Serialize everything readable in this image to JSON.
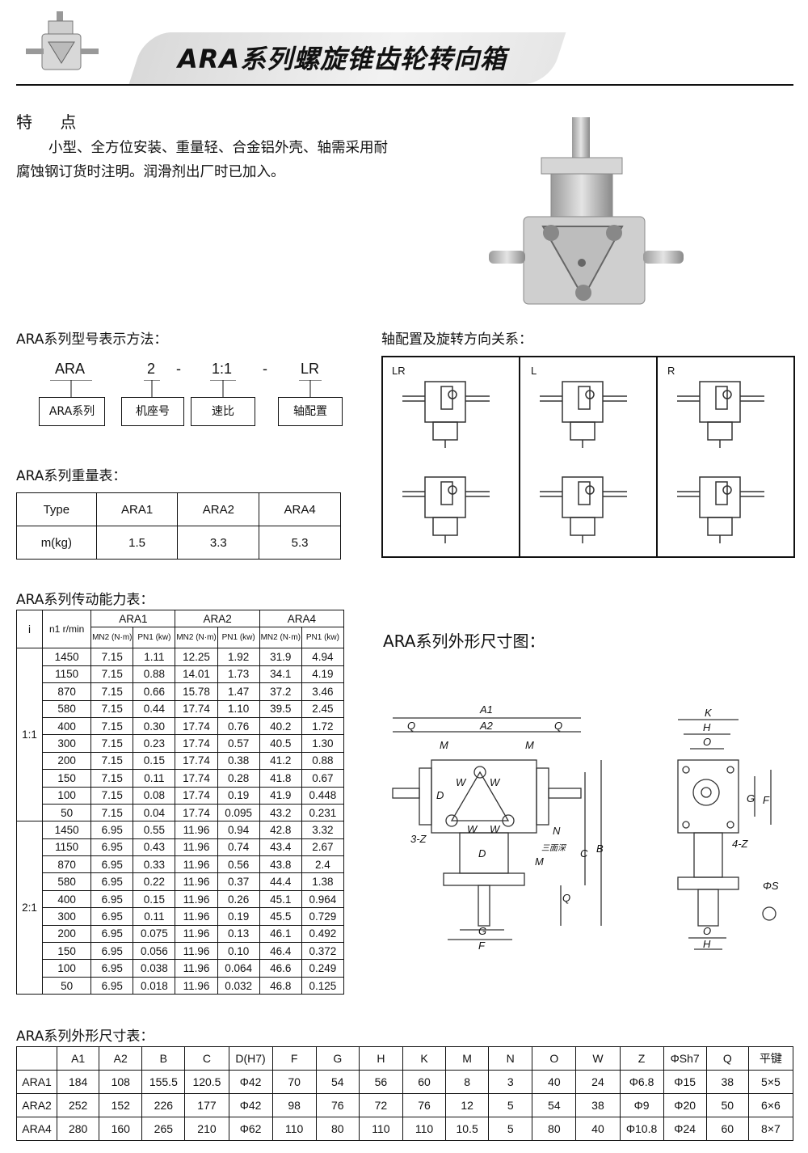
{
  "header": {
    "title": "ARA系列螺旋锥齿轮转向箱"
  },
  "features": {
    "heading": "特 点",
    "text": "小型、全方位安装、重量轻、合金铝外壳、轴需采用耐腐蚀钢订货时注明。润滑剂出厂时已加入。"
  },
  "model": {
    "heading": "ARA系列型号表示方法：",
    "parts": [
      "ARA",
      "2",
      "-",
      "1:1",
      "-",
      "LR"
    ],
    "boxes": [
      "ARA系列",
      "机座号",
      "速比",
      "轴配置"
    ]
  },
  "shaft": {
    "heading": "轴配置及旋转方向关系：",
    "labels": [
      "LR",
      "L",
      "R"
    ]
  },
  "weight": {
    "heading": "ARA系列重量表：",
    "header": [
      "Type",
      "ARA1",
      "ARA2",
      "ARA4"
    ],
    "row": [
      "m(kg)",
      "1.5",
      "3.3",
      "5.3"
    ]
  },
  "power": {
    "heading": "ARA系列传动能力表：",
    "col_i": "i",
    "col_n1": "n1 r/min",
    "groups": [
      "ARA1",
      "ARA2",
      "ARA4"
    ],
    "sub": [
      "MN2 (N·m)",
      "PN1 (kw)"
    ],
    "ratios": [
      "1:1",
      "2:1"
    ],
    "rows": [
      [
        "1450",
        "7.15",
        "1.11",
        "12.25",
        "1.92",
        "31.9",
        "4.94"
      ],
      [
        "1150",
        "7.15",
        "0.88",
        "14.01",
        "1.73",
        "34.1",
        "4.19"
      ],
      [
        "870",
        "7.15",
        "0.66",
        "15.78",
        "1.47",
        "37.2",
        "3.46"
      ],
      [
        "580",
        "7.15",
        "0.44",
        "17.74",
        "1.10",
        "39.5",
        "2.45"
      ],
      [
        "400",
        "7.15",
        "0.30",
        "17.74",
        "0.76",
        "40.2",
        "1.72"
      ],
      [
        "300",
        "7.15",
        "0.23",
        "17.74",
        "0.57",
        "40.5",
        "1.30"
      ],
      [
        "200",
        "7.15",
        "0.15",
        "17.74",
        "0.38",
        "41.2",
        "0.88"
      ],
      [
        "150",
        "7.15",
        "0.11",
        "17.74",
        "0.28",
        "41.8",
        "0.67"
      ],
      [
        "100",
        "7.15",
        "0.08",
        "17.74",
        "0.19",
        "41.9",
        "0.448"
      ],
      [
        "50",
        "7.15",
        "0.04",
        "17.74",
        "0.095",
        "43.2",
        "0.231"
      ],
      [
        "1450",
        "6.95",
        "0.55",
        "11.96",
        "0.94",
        "42.8",
        "3.32"
      ],
      [
        "1150",
        "6.95",
        "0.43",
        "11.96",
        "0.74",
        "43.4",
        "2.67"
      ],
      [
        "870",
        "6.95",
        "0.33",
        "11.96",
        "0.56",
        "43.8",
        "2.4"
      ],
      [
        "580",
        "6.95",
        "0.22",
        "11.96",
        "0.37",
        "44.4",
        "1.38"
      ],
      [
        "400",
        "6.95",
        "0.15",
        "11.96",
        "0.26",
        "45.1",
        "0.964"
      ],
      [
        "300",
        "6.95",
        "0.11",
        "11.96",
        "0.19",
        "45.5",
        "0.729"
      ],
      [
        "200",
        "6.95",
        "0.075",
        "11.96",
        "0.13",
        "46.1",
        "0.492"
      ],
      [
        "150",
        "6.95",
        "0.056",
        "11.96",
        "0.10",
        "46.4",
        "0.372"
      ],
      [
        "100",
        "6.95",
        "0.038",
        "11.96",
        "0.064",
        "46.6",
        "0.249"
      ],
      [
        "50",
        "6.95",
        "0.018",
        "11.96",
        "0.032",
        "46.8",
        "0.125"
      ]
    ]
  },
  "outline": {
    "heading": "ARA系列外形尺寸图：",
    "labels": [
      "A1",
      "A2",
      "Q",
      "Q",
      "M",
      "M",
      "W",
      "W",
      "W",
      "W",
      "D",
      "N",
      "3-Z",
      "三面深",
      "D",
      "M",
      "C",
      "B",
      "Q",
      "G",
      "F",
      "K",
      "H",
      "O",
      "G",
      "F",
      "4-Z",
      "ΦS",
      "O",
      "H"
    ]
  },
  "dims": {
    "heading": "ARA系列外形尺寸表：",
    "header": [
      "",
      "A1",
      "A2",
      "B",
      "C",
      "D(H7)",
      "F",
      "G",
      "H",
      "K",
      "M",
      "N",
      "O",
      "W",
      "Z",
      "ΦSh7",
      "Q",
      "平键"
    ],
    "rows": [
      [
        "ARA1",
        "184",
        "108",
        "155.5",
        "120.5",
        "Φ42",
        "70",
        "54",
        "56",
        "60",
        "8",
        "3",
        "40",
        "24",
        "Φ6.8",
        "Φ15",
        "38",
        "5×5"
      ],
      [
        "ARA2",
        "252",
        "152",
        "226",
        "177",
        "Φ42",
        "98",
        "76",
        "72",
        "76",
        "12",
        "5",
        "54",
        "38",
        "Φ9",
        "Φ20",
        "50",
        "6×6"
      ],
      [
        "ARA4",
        "280",
        "160",
        "265",
        "210",
        "Φ62",
        "110",
        "80",
        "110",
        "110",
        "10.5",
        "5",
        "80",
        "40",
        "Φ10.8",
        "Φ24",
        "60",
        "8×7"
      ]
    ]
  }
}
